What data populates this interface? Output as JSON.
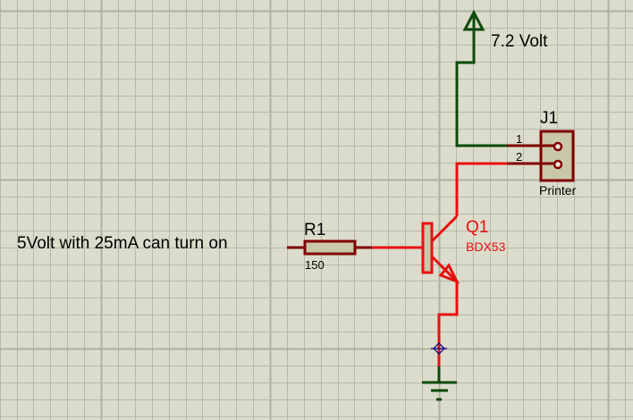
{
  "colors": {
    "background": "#dcdccc",
    "grid_minor": "#b8b8a8",
    "grid_major": "#b0b0a0",
    "wire_power": "#0d4a0d",
    "wire_signal": "#e81010",
    "component_outline": "#800000",
    "component_fill": "#c8c8a8",
    "label_text": "#000000",
    "transistor_label": "#e81010",
    "probe": "#00008b"
  },
  "power_terminal": {
    "label": "7.2 Volt"
  },
  "connector": {
    "ref": "J1",
    "value": "Printer",
    "pins": [
      {
        "number": "1"
      },
      {
        "number": "2"
      }
    ]
  },
  "transistor": {
    "ref": "Q1",
    "value": "BDX53"
  },
  "resistor": {
    "ref": "R1",
    "value": "150"
  },
  "input_note": {
    "text": "5Volt with 25mA can turn on"
  }
}
